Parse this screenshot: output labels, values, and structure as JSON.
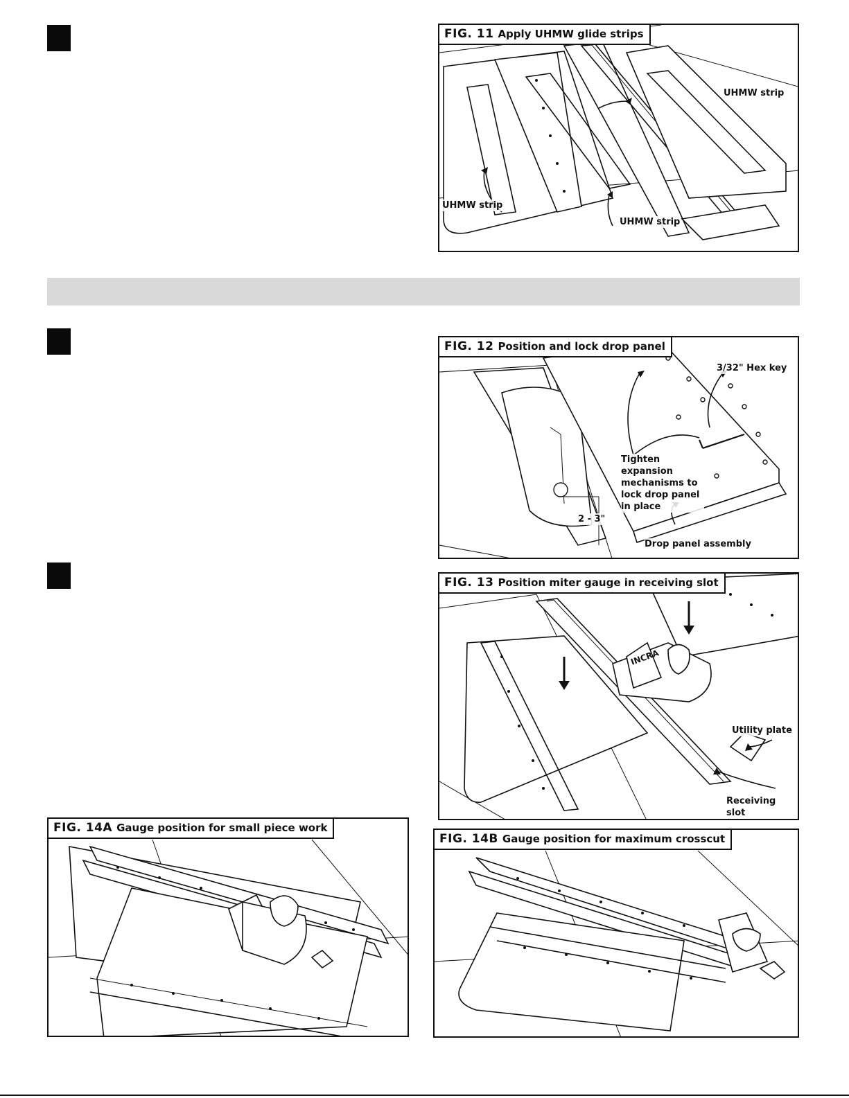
{
  "figures": {
    "fig11": {
      "number": "FIG. 11",
      "caption": "Apply UHMW glide strips",
      "labels": {
        "right": "UHMW strip",
        "left": "UHMW strip",
        "center": "UHMW strip"
      }
    },
    "fig12": {
      "number": "FIG. 12",
      "caption": "Position and lock drop panel",
      "labels": {
        "hexkey": "3/32\" Hex key",
        "tighten": "Tighten expansion mechanisms to lock drop panel in place",
        "distance": "2 - 3\"",
        "assembly": "Drop panel assembly"
      }
    },
    "fig13": {
      "number": "FIG. 13",
      "caption": "Position miter gauge in receiving slot",
      "labels": {
        "utility": "Utility plate",
        "slot": "Receiving slot",
        "brand": "INCRA"
      }
    },
    "fig14a": {
      "number": "FIG. 14A",
      "caption": "Gauge position for small piece work"
    },
    "fig14b": {
      "number": "FIG. 14B",
      "caption": "Gauge position for maximum crosscut"
    }
  },
  "colors": {
    "ink": "#111111",
    "band": "#d9d9d9",
    "step_box": "#0a0a0a"
  }
}
